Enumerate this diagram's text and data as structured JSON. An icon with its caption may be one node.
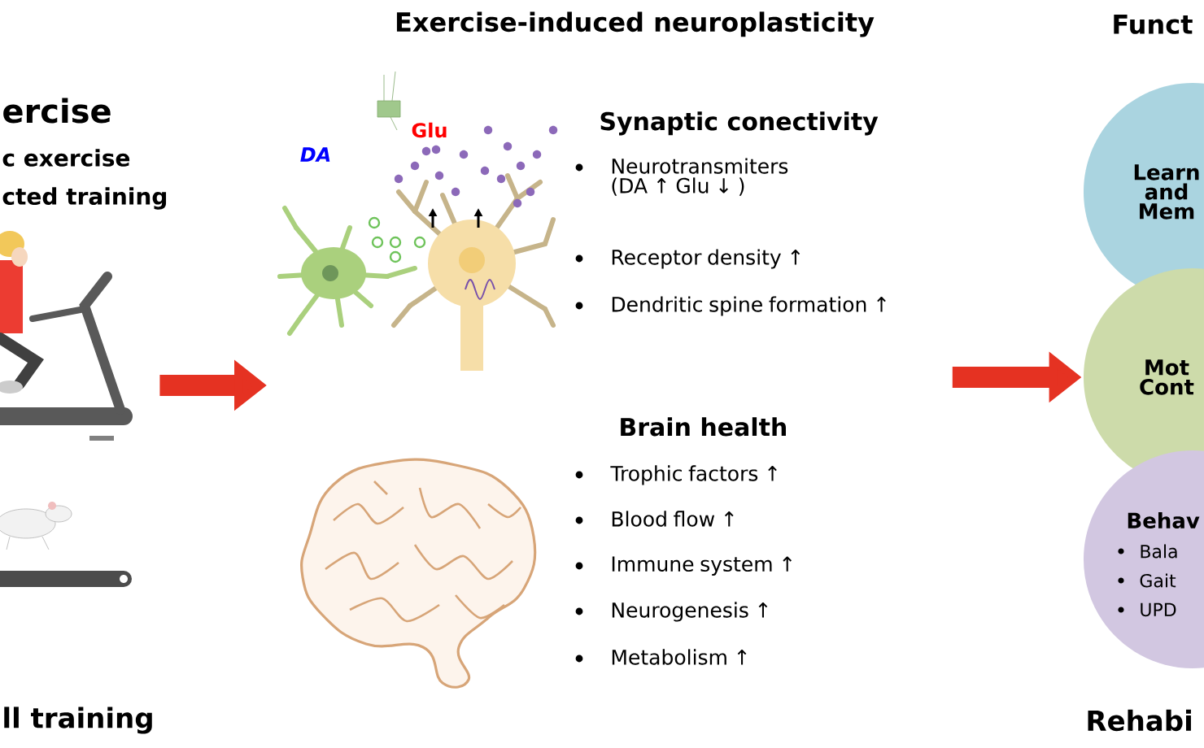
{
  "diagram": {
    "title": "Exercise-induced neuroplasticity",
    "nodes": [
      {
        "text": [
          "ercise",
          "c exercise",
          "cted training"
        ]
      },
      {
        "text": [
          "Synaptic conectivity",
          "Neurotransmiters (DA ↑ Glu ↓ )",
          "Receptor density ↑",
          "Dendritic spine formation ↑"
        ]
      },
      {
        "text": [
          "Brain health",
          "Trophic factors ↑",
          "Blood flow ↑",
          "Immune system ↑",
          "Neurogenesis ↑",
          "Metabolism ↑"
        ]
      },
      {
        "text": [
          "Learn and Mem"
        ]
      },
      {
        "text": [
          "Mot Cont"
        ]
      },
      {
        "text": [
          "Behav",
          "Bala",
          "Gait",
          "UPD"
        ]
      }
    ],
    "edges": [
      {
        "from": 0,
        "to": 1,
        "arrow": "to"
      },
      {
        "from": 1,
        "to": 4,
        "arrow": "to"
      }
    ],
    "labels": [
      "ll training",
      "DA",
      "Glu",
      "Funct",
      "Rehabi"
    ]
  }
}
